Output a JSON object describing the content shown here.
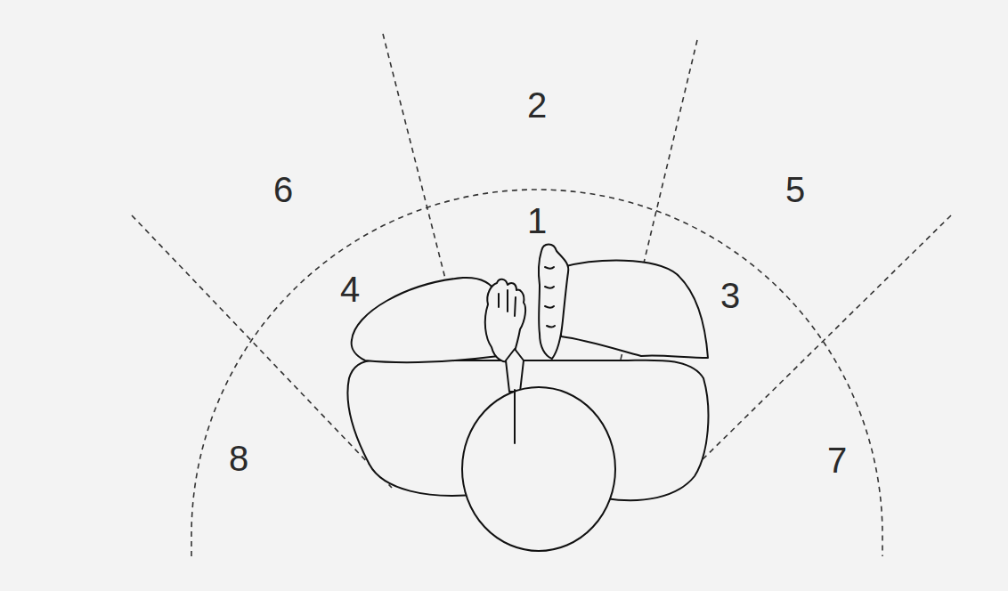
{
  "diagram": {
    "labels": [
      "2",
      "6",
      "5",
      "1",
      "4",
      "3",
      "8",
      "7"
    ]
  }
}
